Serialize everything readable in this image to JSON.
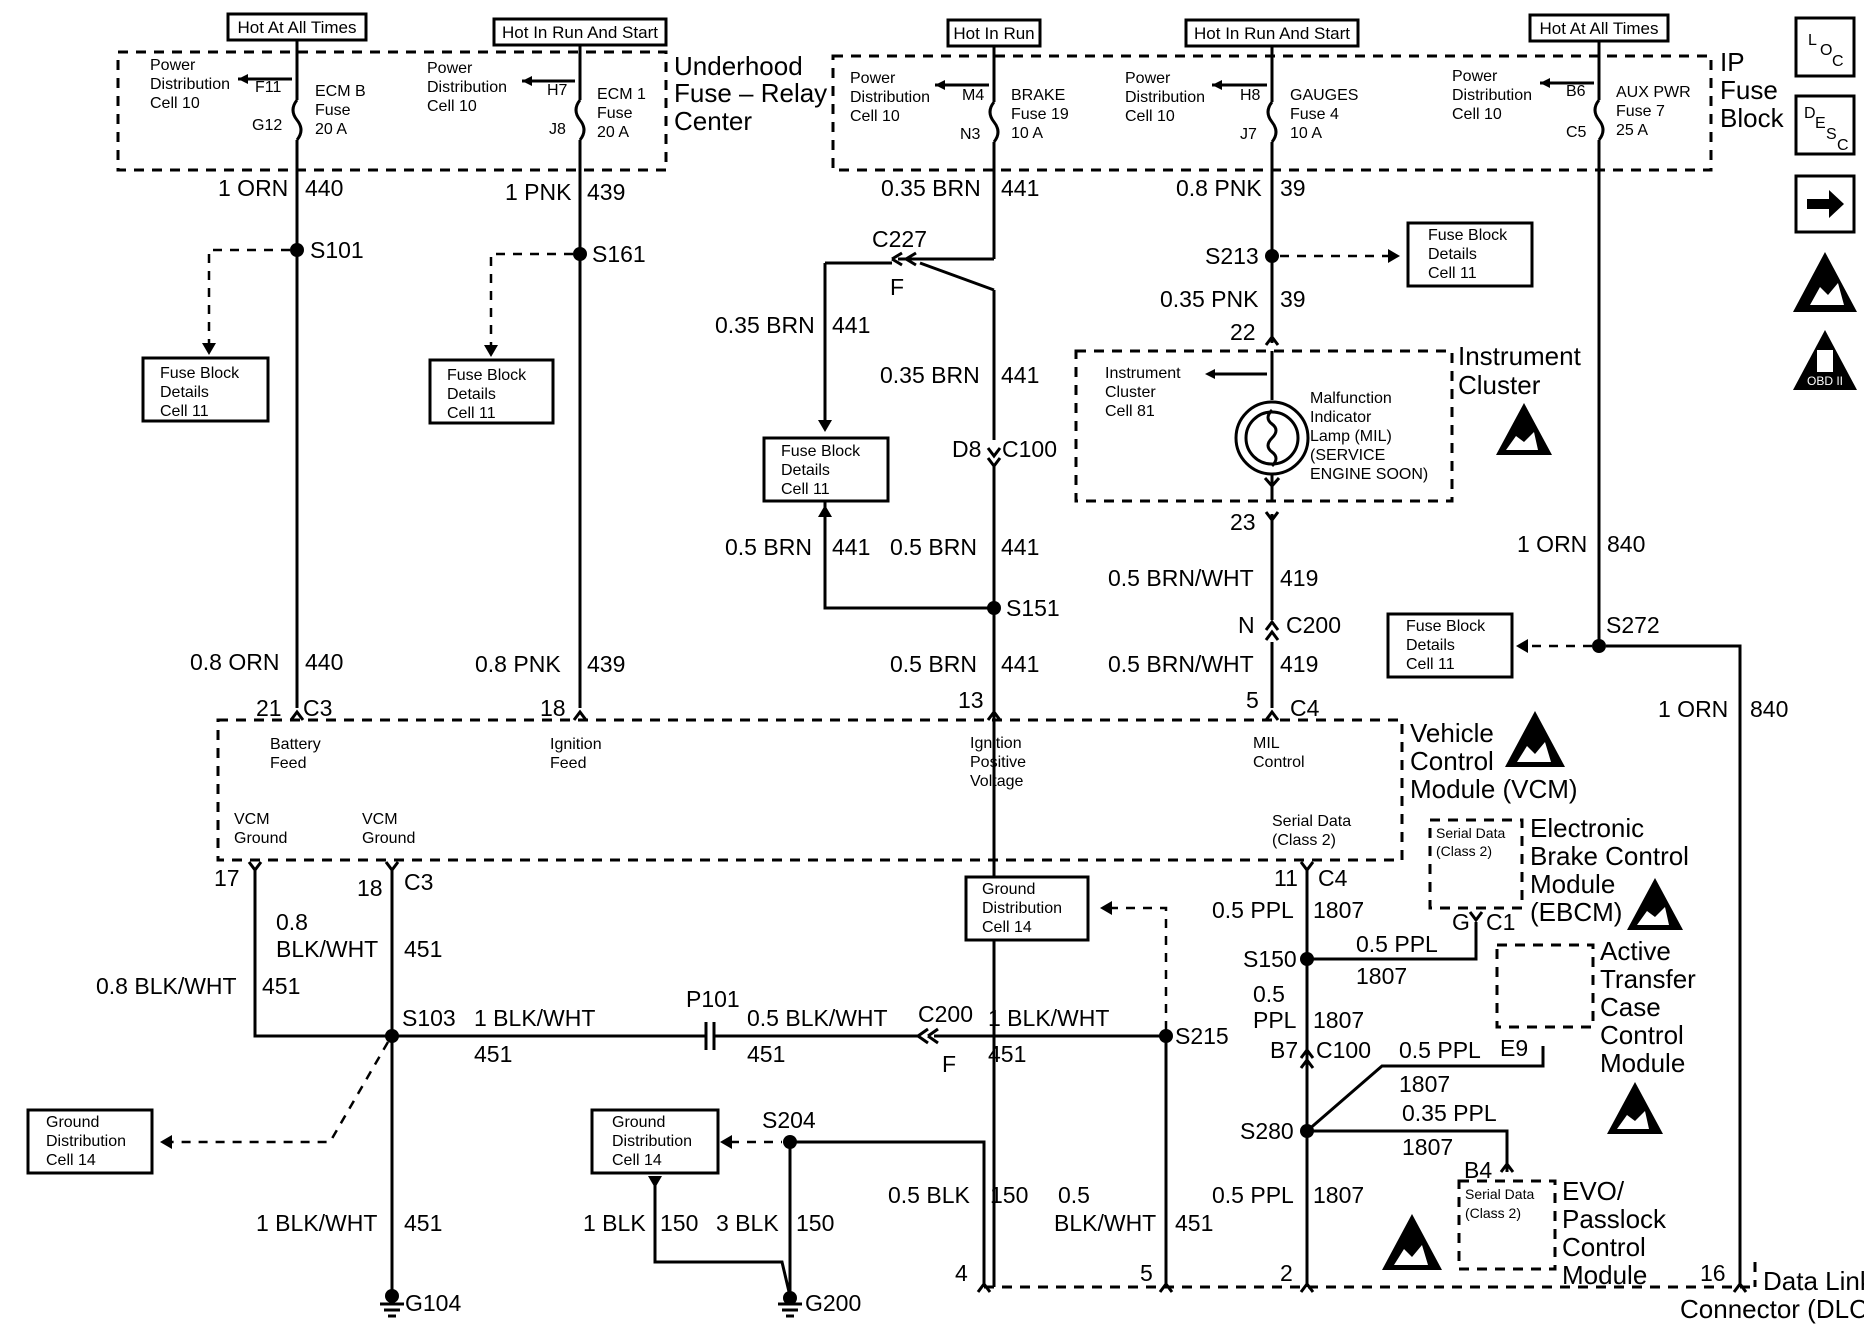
{
  "fuses": {
    "ecmb": {
      "hot": "Hot At All Times",
      "pd1": "Power",
      "pd2": "Distribution",
      "pd3": "Cell 10",
      "pin_in": "F11",
      "pin_out": "G12",
      "name": "ECM B",
      "type": "Fuse",
      "amps": "20 A"
    },
    "ecm1": {
      "hot": "Hot In Run And Start",
      "pd1": "Power",
      "pd2": "Distribution",
      "pd3": "Cell 10",
      "pin_in": "H7",
      "pin_out": "J8",
      "name": "ECM 1",
      "type": "Fuse",
      "amps": "20 A"
    },
    "brake": {
      "hot": "Hot In Run",
      "pd1": "Power",
      "pd2": "Distribution",
      "pd3": "Cell 10",
      "pin_in": "M4",
      "pin_out": "N3",
      "name": "BRAKE",
      "type": "Fuse 19",
      "amps": "10 A"
    },
    "gauges": {
      "hot": "Hot In Run And Start",
      "pd1": "Power",
      "pd2": "Distribution",
      "pd3": "Cell 10",
      "pin_in": "H8",
      "pin_out": "J7",
      "name": "GAUGES",
      "type": "Fuse 4",
      "amps": "10 A"
    },
    "auxpwr": {
      "hot": "Hot At All Times",
      "pd1": "Power",
      "pd2": "Distribution",
      "pd3": "Cell 10",
      "pin_in": "B6",
      "pin_out": "C5",
      "name": "AUX PWR",
      "type": "Fuse 7",
      "amps": "25 A"
    }
  },
  "blocks": {
    "underhood": [
      "Underhood",
      "Fuse – Relay",
      "Center"
    ],
    "ipfuse": [
      "IP",
      "Fuse",
      "Block"
    ],
    "instrument": [
      "Instrument",
      "Cluster"
    ],
    "vcm": [
      "Vehicle",
      "Control",
      "Module (VCM)"
    ],
    "ebcm": [
      "Electronic",
      "Brake Control",
      "Module",
      "(EBCM)"
    ],
    "atcc": [
      "Active",
      "Transfer",
      "Case",
      "Control",
      "Module"
    ],
    "evo": [
      "EVO/",
      "Passlock",
      "Control",
      "Module"
    ],
    "dlc": [
      "Data Link",
      "Connector (DLC)"
    ]
  },
  "icons": {
    "loc": [
      "L",
      "O",
      "C"
    ],
    "desc": [
      "D",
      "E",
      "S",
      "C"
    ],
    "obdii": "OBD II",
    "arrow": "arrow-right-icon",
    "esd": "esd-warning-icon"
  },
  "refs": {
    "fbd": [
      "Fuse Block",
      "Details",
      "Cell 11"
    ],
    "gnd": [
      "Ground",
      "Distribution",
      "Cell 14"
    ],
    "cluster": [
      "Instrument",
      "Cluster",
      "Cell 81"
    ]
  },
  "mil": [
    "Malfunction",
    "Indicator",
    "Lamp (MIL)",
    "(SERVICE",
    "ENGINE SOON)"
  ],
  "vcm_pins": {
    "battery": [
      "Battery",
      "Feed"
    ],
    "ignition": [
      "Ignition",
      "Feed"
    ],
    "ipv": [
      "Ignition",
      "Positive",
      "Voltage"
    ],
    "mil": [
      "MIL",
      "Control"
    ],
    "gnd1": [
      "VCM",
      "Ground"
    ],
    "gnd2": [
      "VCM",
      "Ground"
    ],
    "serial": [
      "Serial Data",
      "(Class 2)"
    ]
  },
  "serial_small": [
    "Serial Data",
    "(Class 2)"
  ],
  "wires": {
    "w440a": "1 ORN",
    "c440": "440",
    "w439a": "1 PNK",
    "c439": "439",
    "w441a": "0.35 BRN",
    "c441": "441",
    "w39a": "0.8 PNK",
    "c39": "39",
    "w39b": "0.35 PNK",
    "w441b": "0.35 BRN",
    "w441c": "0.35 BRN",
    "w441d": "0.5 BRN",
    "w441e": "0.5 BRN",
    "w441f": "0.5 BRN",
    "w419a": "0.5 BRN/WHT",
    "c419": "419",
    "w419b": "0.5 BRN/WHT",
    "w840a": "1 ORN",
    "c840": "840",
    "w840b": "1 ORN",
    "w440b": "0.8 ORN",
    "w439b": "0.8 PNK",
    "w451a1": "0.8",
    "w451a2": "BLK/WHT",
    "c451": "451",
    "w451b": "0.8 BLK/WHT",
    "w451c": "1 BLK/WHT",
    "w451d": "0.5 BLK/WHT",
    "w451e": "1 BLK/WHT",
    "w451f": "1 BLK/WHT",
    "w150a": "1 BLK",
    "c150": "150",
    "w150b": "3 BLK",
    "w150c": "0.5 BLK",
    "w451g1": "0.5",
    "w451g2": "BLK/WHT",
    "w1807a": "0.5 PPL",
    "c1807": "1807",
    "w1807b": "0.5 PPL",
    "w1807c1": "0.5",
    "w1807c2": "PPL",
    "w1807d": "0.5 PPL",
    "w1807e": "0.35 PPL",
    "w1807f": "0.5 PPL"
  },
  "nodes": {
    "S101": "S101",
    "S161": "S161",
    "C227": "C227",
    "F": "F",
    "S213": "S213",
    "D8": "D8",
    "C100": "C100",
    "S151": "S151",
    "N": "N",
    "C200": "C200",
    "S272": "S272",
    "C3": "C3",
    "C4": "C4",
    "C1": "C1",
    "G": "G",
    "S103": "S103",
    "P101": "P101",
    "S215": "S215",
    "S150": "S150",
    "B7": "B7",
    "E9": "E9",
    "S280": "S280",
    "B4": "B4",
    "S204": "S204",
    "G104": "G104",
    "G200": "G200",
    "p21": "21",
    "p18": "18",
    "p13": "13",
    "p5": "5",
    "p22": "22",
    "p23": "23",
    "p17": "17",
    "p18b": "18",
    "p11": "11",
    "p4": "4",
    "p5b": "5",
    "p2": "2",
    "p16": "16"
  }
}
